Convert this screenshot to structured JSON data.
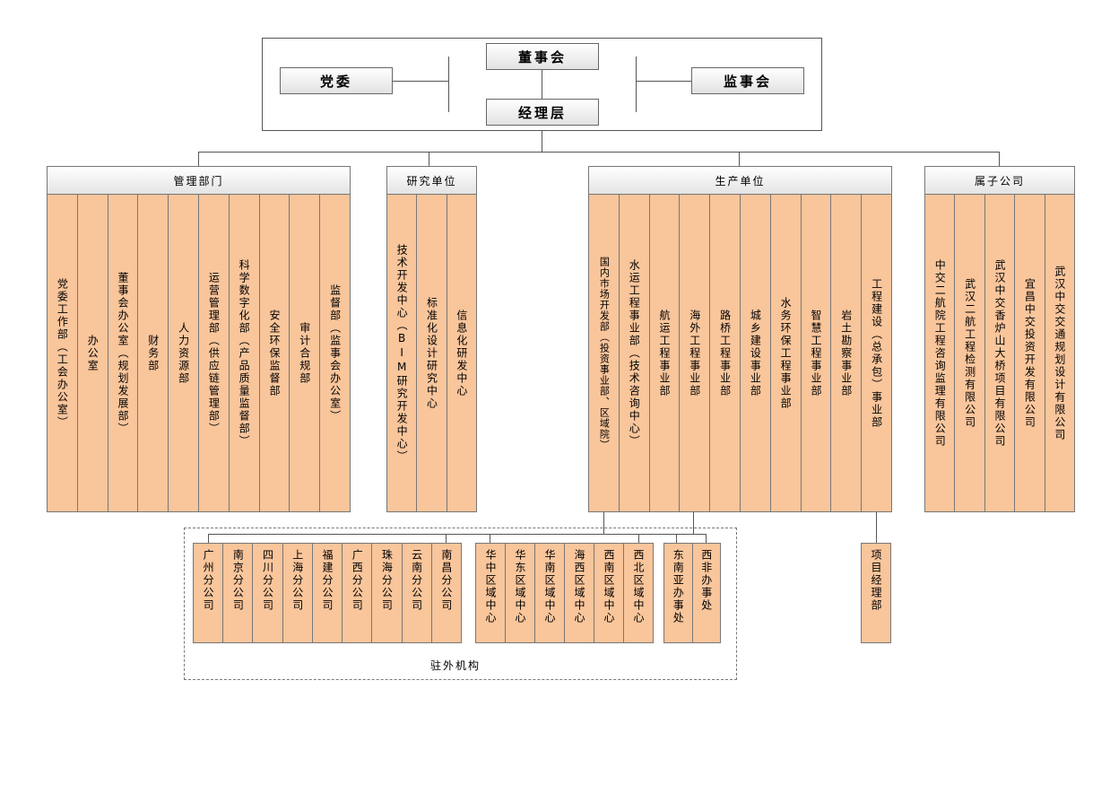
{
  "top": {
    "board": "董事会",
    "party": "党委",
    "supervisors": "监事会",
    "management": "经理层"
  },
  "groups": {
    "management_depts": {
      "title": "管理部门",
      "items": [
        "党委工作部（工会办公室）",
        "办公室",
        "董事会办公室（规划发展部）",
        "财务部",
        "人力资源部",
        "运营管理部（供应链管理部）",
        "科学数字化部（产品质量监督部）",
        "安全环保监督部",
        "审计合规部",
        "监督部（监事会办公室）"
      ]
    },
    "research": {
      "title": "研究单位",
      "items": [
        "技术开发中心（BIM研究开发中心）",
        "标准化设计研究中心",
        "信息化研发中心"
      ]
    },
    "production": {
      "title": "生产单位",
      "items": [
        "国内市场开发部（投资事业部、区域院）",
        "水运工程事业部（技术咨询中心）",
        "航运工程事业部",
        "海外工程事业部",
        "路桥工程事业部",
        "城乡建设事业部",
        "水务环保工程事业部",
        "智慧工程事业部",
        "岩土勘察事业部",
        "工程建设（总承包）事业部"
      ]
    },
    "subsidiaries": {
      "title": "属子公司",
      "items": [
        "中交二航院工程咨询监理有限公司",
        "武汉二航工程检测有限公司",
        "武汉中交香炉山大桥项目有限公司",
        "宜昌中交投资开发有限公司",
        "武汉中交交通规划设计有限公司"
      ]
    }
  },
  "branches": [
    "广州分公司",
    "南京分公司",
    "四川分公司",
    "上海分公司",
    "福建分公司",
    "广西分公司",
    "珠海分公司",
    "云南分公司",
    "南昌分公司"
  ],
  "regions": [
    "华中区域中心",
    "华东区域中心",
    "华南区域中心",
    "海西区域中心",
    "西南区域中心",
    "西北区域中心"
  ],
  "offices": [
    "东南亚办事处",
    "西非办事处"
  ],
  "project_dept": "项目经理部",
  "external_label": "驻外机构"
}
